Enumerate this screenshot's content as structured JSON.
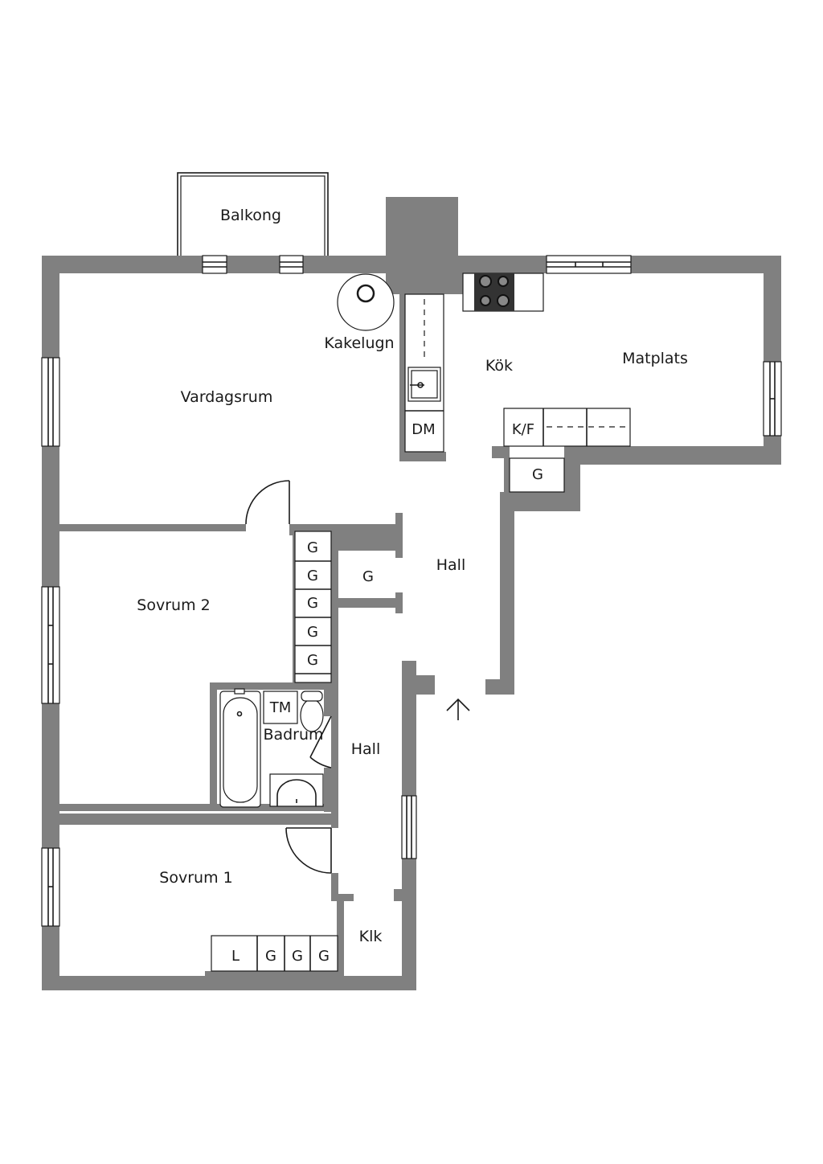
{
  "plan": {
    "rooms": {
      "balcony": "Balkong",
      "stove": "Kakelugn",
      "living": "Vardagsrum",
      "kitchen": "Kök",
      "dining": "Matplats",
      "dishwasher": "DM",
      "fridge": "K/F",
      "hall_upper": "Hall",
      "bedroom2": "Sovrum 2",
      "bathroom": "Badrum",
      "washer": "TM",
      "hall_lower": "Hall",
      "bedroom1": "Sovrum 1",
      "closet_walkin": "Klk",
      "linen": "L"
    },
    "closet_label": "G"
  }
}
